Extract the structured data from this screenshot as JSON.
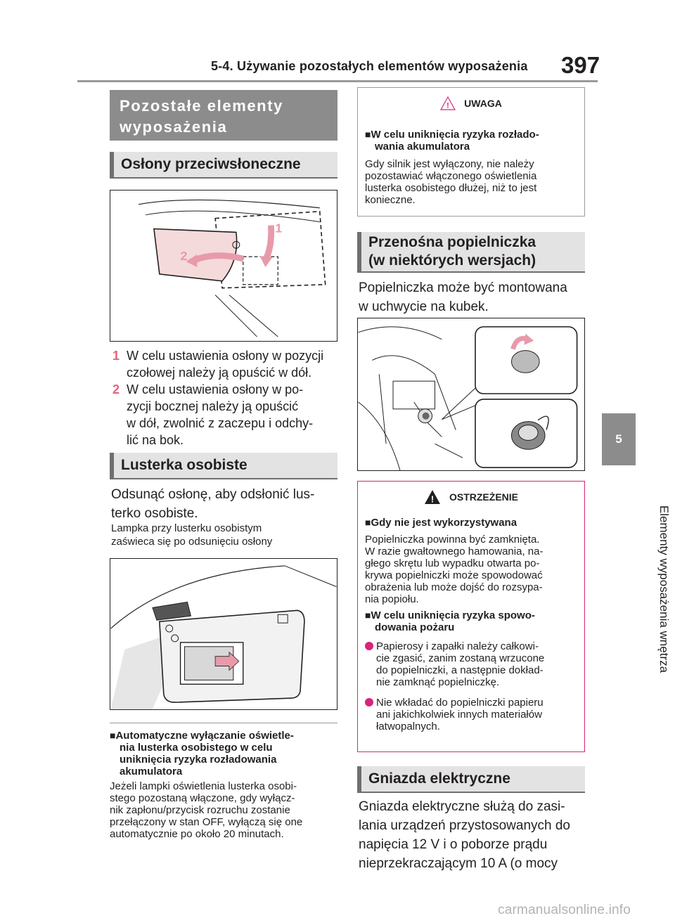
{
  "header": {
    "section_title": "5-4. Używanie pozostałych elementów wyposażenia",
    "page_number": "397"
  },
  "side_tab": {
    "number": "5",
    "label": "Elementy wyposażenia wnętrza"
  },
  "left": {
    "main_heading_line1": "Pozostałe elementy",
    "main_heading_line2": "wyposażenia",
    "sunvisors_heading": "Osłony przeciwsłoneczne",
    "figure1_labels": [
      "1",
      "2"
    ],
    "steps": [
      {
        "num": "1",
        "line1": "W celu ustawienia osłony w pozycji",
        "line2": "czołowej należy ją opuścić w dół."
      },
      {
        "num": "2",
        "line1": "W celu ustawienia osłony w po-",
        "line2": "zycji bocznej należy ją opuścić",
        "line3": "w dół, zwolnić z zaczepu i odchy-",
        "line4": "lić na bok."
      }
    ],
    "mirrors_heading": "Lusterka osobiste",
    "mirrors_text_line1": "Odsunąć osłonę, aby odsłonić lus-",
    "mirrors_text_line2": "terko osobiste.",
    "lamp_note_line1": "Lampka przy lusterku osobistym",
    "lamp_note_line2": "zaświeca się po odsunięciu osłony",
    "auto_off": {
      "title_line1": "Automatyczne wyłączanie oświetle-",
      "title_line2": "nia lusterka osobistego w celu",
      "title_line3": "uniknięcia ryzyka rozładowania",
      "title_line4": "akumulatora",
      "square": "■",
      "lines": [
        "Jeżeli lampki oświetlenia lusterka osobi-",
        "stego pozostaną włączone, gdy wyłącz-",
        "nik zapłonu/przycisk rozruchu zostanie",
        "przełączony w stan OFF, wyłączą się one",
        "automatycznie po około 20 minutach."
      ]
    }
  },
  "right": {
    "caution": {
      "label": "UWAGA",
      "sub_line1": "W celu uniknięcia ryzyka rozłado-",
      "sub_line2": "wania akumulatora",
      "square": "■",
      "lines": [
        "Gdy silnik jest wyłączony, nie należy",
        "pozostawiać włączonego oświetlenia",
        "lusterka osobistego dłużej, niż to jest",
        "konieczne."
      ]
    },
    "ashtray_heading_line1": "Przenośna popielniczka",
    "ashtray_heading_line2": "(w niektórych wersjach)",
    "ashtray_text_line1": "Popielniczka może być montowana",
    "ashtray_text_line2": "w uchwycie na kubek.",
    "warning": {
      "label": "OSTRZEŻENIE",
      "square": "■",
      "sub1": "Gdy nie jest wykorzystywana",
      "text1": [
        "Popielniczka powinna być zamknięta.",
        "W razie gwałtownego hamowania, na-",
        "głego skrętu lub wypadku otwarta po-",
        "krywa popielniczki może spowodować",
        "obrażenia lub może dojść do rozsypa-",
        "nia popiołu."
      ],
      "sub2_line1": "W celu uniknięcia ryzyka spowo-",
      "sub2_line2": "dowania pożaru",
      "bullet1": [
        "Papierosy i zapałki należy całkowi-",
        "cie zgasić, zanim zostaną wrzucone",
        "do popielniczki, a następnie dokład-",
        "nie zamknąć popielniczkę."
      ],
      "bullet2": [
        "Nie wkładać do popielniczki papieru",
        "ani jakichkolwiek innych materiałów",
        "łatwopalnych."
      ]
    },
    "socket_heading": "Gniazda elektryczne",
    "socket_text": [
      "Gniazda elektryczne służą do zasi-",
      "lania urządzeń przystosowanych do",
      "napięcia 12 V i o poborze prądu",
      "nieprzekraczającym 10 A (o mocy"
    ]
  },
  "footer": {
    "url": "carmanualsonline.info"
  },
  "colors": {
    "accent": "#d6257a",
    "step_number": "#e6627d",
    "heading_gray": "#8c8c8c",
    "subheading_bg": "#e3e3e3"
  }
}
